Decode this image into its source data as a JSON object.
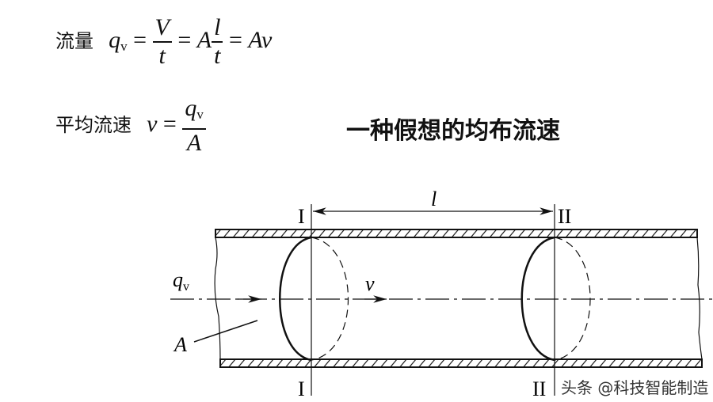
{
  "formula1": {
    "label": "流量",
    "q": "q",
    "q_sub": "v",
    "eq": "=",
    "V": "V",
    "t": "t",
    "A": "A",
    "l": "l",
    "Av": "Av"
  },
  "formula2": {
    "label": "平均流速",
    "v": "v",
    "eq": "=",
    "q": "q",
    "q_sub": "v",
    "A": "A"
  },
  "slogan": "一种假想的均布流速",
  "diagram": {
    "section_1": "I",
    "section_2": "II",
    "length_label": "l",
    "flow_label": "q",
    "flow_sub": "v",
    "velocity_label": "v",
    "area_label": "A"
  },
  "watermark": "头条 @科技智能制造"
}
